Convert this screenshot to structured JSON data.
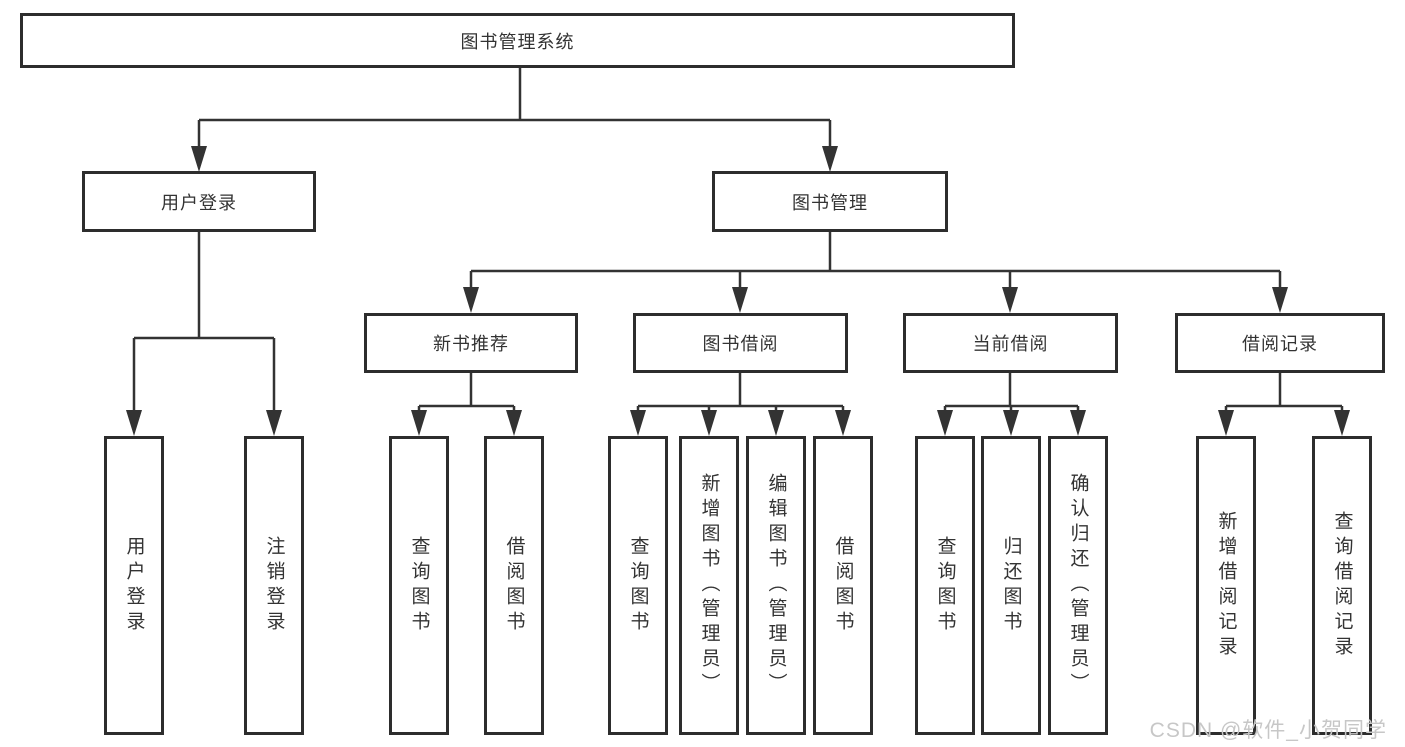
{
  "colors": {
    "line": "#333333",
    "box_border": "#2d2d2d",
    "text": "#333333",
    "watermark": "#c7c7c7",
    "background": "#ffffff"
  },
  "tree": {
    "root": {
      "label": "图书管理系统"
    },
    "level2": [
      {
        "label": "用户登录"
      },
      {
        "label": "图书管理"
      }
    ],
    "level3": [
      {
        "label": "新书推荐"
      },
      {
        "label": "图书借阅"
      },
      {
        "label": "当前借阅"
      },
      {
        "label": "借阅记录"
      }
    ],
    "leaves_login": [
      {
        "label": "用户登录"
      },
      {
        "label": "注销登录"
      }
    ],
    "leaves_recommend": [
      {
        "label": "查询图书"
      },
      {
        "label": "借阅图书"
      }
    ],
    "leaves_borrow": [
      {
        "label": "查询图书"
      },
      {
        "label": "新增图书（管理员）"
      },
      {
        "label": "编辑图书（管理员）"
      },
      {
        "label": "借阅图书"
      }
    ],
    "leaves_current": [
      {
        "label": "查询图书"
      },
      {
        "label": "归还图书"
      },
      {
        "label": "确认归还（管理员）"
      }
    ],
    "leaves_records": [
      {
        "label": "新增借阅记录"
      },
      {
        "label": "查询借阅记录"
      }
    ]
  },
  "watermark": {
    "text": "CSDN @软件_小贺同学"
  }
}
